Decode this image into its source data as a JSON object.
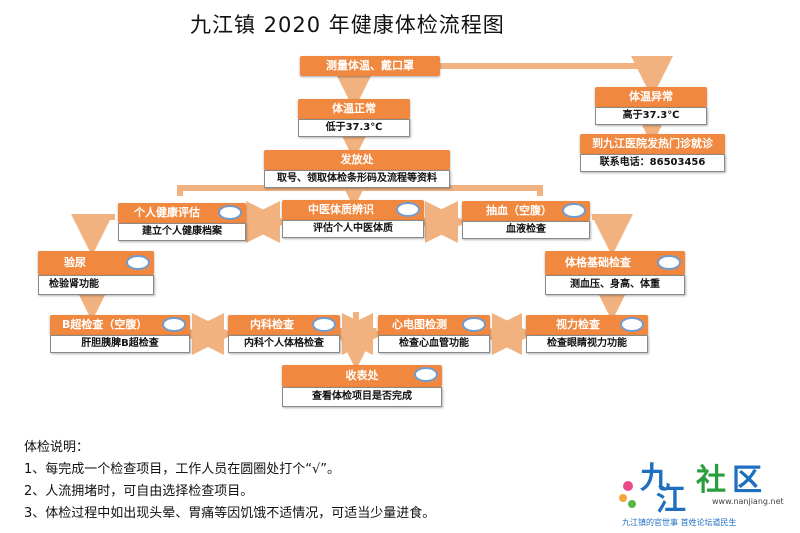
{
  "title": "九江镇 2020 年健康体检流程图",
  "colors": {
    "orange": "#f0883f",
    "arrow": "#f2b27f",
    "circle": "#6f9bd1"
  },
  "nodes": {
    "measure": {
      "label": "测量体温、戴口罩"
    },
    "normal": {
      "label": "体温正常",
      "detail": "低于37.3℃"
    },
    "abnormal": {
      "label": "体温异常",
      "detail": "高于37.3℃"
    },
    "fever_clinic": {
      "label": "到九江医院发热门诊就诊",
      "detail": "联系电话：86503456"
    },
    "issue": {
      "label": "发放处",
      "detail": "取号、领取体检条形码及流程等资料"
    },
    "personal_record": {
      "label": "个人健康评估",
      "detail": "建立个人健康档案"
    },
    "tcm": {
      "label": "中医体质辨识",
      "detail": "评估个人中医体质"
    },
    "blood": {
      "label": "抽血（空腹）",
      "detail": "血液检查"
    },
    "urine": {
      "label": "验尿",
      "detail": "检验肾功能"
    },
    "basic": {
      "label": "体格基础检查",
      "detail": "测血压、身高、体重"
    },
    "bscan": {
      "label": "B超检查（空腹）",
      "detail": "肝胆胰脾B超检查"
    },
    "internal": {
      "label": "内科检查",
      "detail": "内科个人体格检查"
    },
    "ecg": {
      "label": "心电图检测",
      "detail": "检查心血管功能"
    },
    "vision": {
      "label": "视力检查",
      "detail": "检查眼睛视力功能"
    },
    "collect": {
      "label": "收表处",
      "detail": "查看体检项目是否完成"
    }
  },
  "notes": {
    "heading": "体检说明：",
    "items": [
      "1、每完成一个检查项目，工作人员在圆圈处打个“√”。",
      "2、人流拥堵时，可自由选择检查项目。",
      "3、体检过程中如出现头晕、胃痛等因饥饿不适情况，可适当少量进食。"
    ]
  },
  "logo": {
    "name": "九江社区",
    "url": "www.nanjiang.net",
    "slogan": "九江镇的官世事  首姓论坛道民生"
  }
}
